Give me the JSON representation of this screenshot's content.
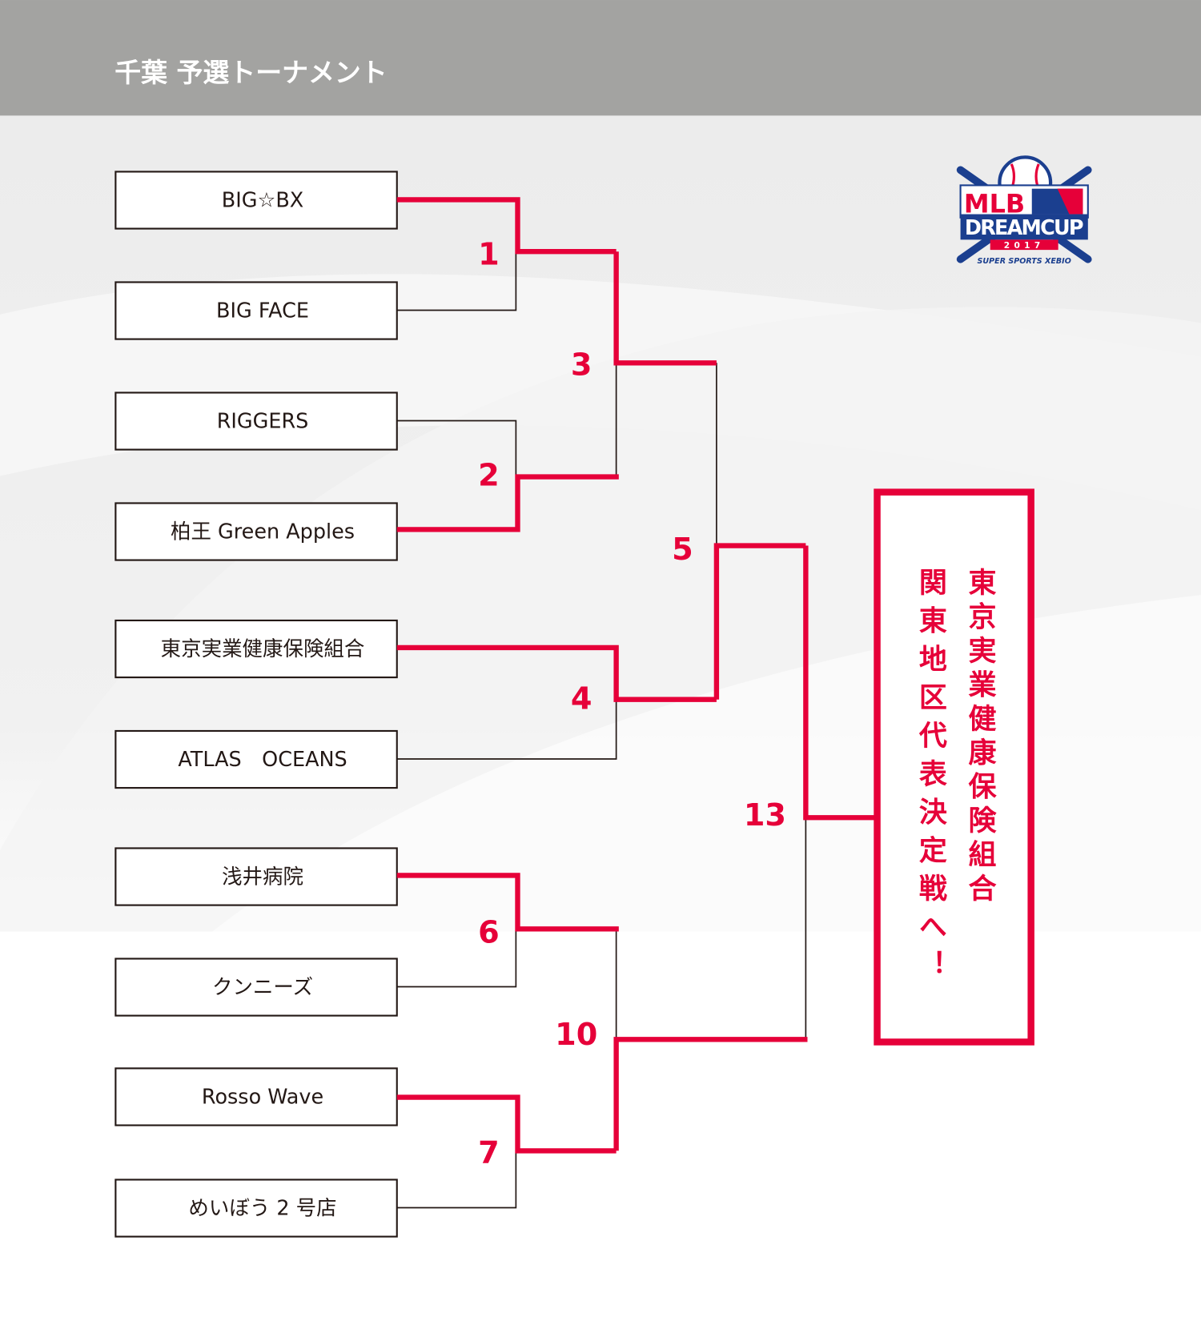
{
  "header": {
    "title": "千葉 予選トーナメント"
  },
  "colors": {
    "accent": "#e60039",
    "header_bg": "#a3a3a1",
    "line": "#231815"
  },
  "logo": {
    "line1": "MLB",
    "line2": "DREAMCUP",
    "year": "2017",
    "sponsor": "SUPER SPORTS XEBIO"
  },
  "teams": [
    {
      "name": "BIG☆BX"
    },
    {
      "name": "BIG FACE"
    },
    {
      "name": "RIGGERS"
    },
    {
      "name": "柏王 Green Apples"
    },
    {
      "name": "東京実業健康保険組合"
    },
    {
      "name": "ATLAS　OCEANS"
    },
    {
      "name": "浅井病院"
    },
    {
      "name": "クンニーズ"
    },
    {
      "name": "Rosso Wave"
    },
    {
      "name": "めいぼう 2 号店"
    }
  ],
  "matches": [
    "1",
    "2",
    "3",
    "4",
    "5",
    "6",
    "7",
    "10",
    "13"
  ],
  "result": {
    "winner": "東京実業健康保険組合",
    "message": "関東地区代表決定戦へ！"
  }
}
